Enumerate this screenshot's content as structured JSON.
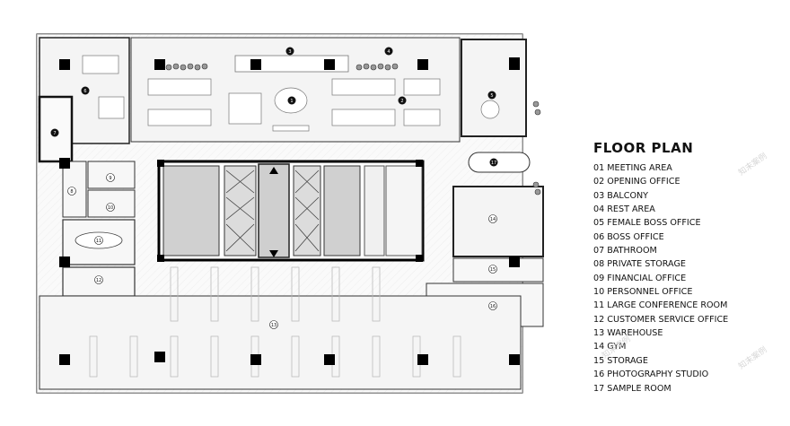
{
  "legend": {
    "title": "FLOOR PLAN",
    "items": [
      "01 MEETING AREA",
      "02 OPENING OFFICE",
      "03 BALCONY",
      "04 REST AREA",
      "05 FEMALE BOSS OFFICE",
      "06 BOSS OFFICE",
      "07 BATHROOM",
      "08 PRIVATE STORAGE",
      "09 FINANCIAL OFFICE",
      "10 PERSONNEL OFFICE",
      "11 LARGE CONFERENCE ROOM",
      "12 CUSTOMER SERVICE OFFICE",
      "13 WAREHOUSE",
      "14 GYM",
      "15 STORAGE",
      "16 PHOTOGRAPHY STUDIO",
      "17 SAMPLE ROOM"
    ]
  },
  "room_markers": [
    "1",
    "2",
    "3",
    "4",
    "5",
    "6",
    "7",
    "8",
    "9",
    "10",
    "11",
    "12",
    "13",
    "14",
    "15",
    "16",
    "17"
  ],
  "colors": {
    "wall": "#111111",
    "floor": "#f2f2f2",
    "core": "#d4d4d4",
    "hatch": "#e2e2e2"
  },
  "watermark": "知末案例"
}
